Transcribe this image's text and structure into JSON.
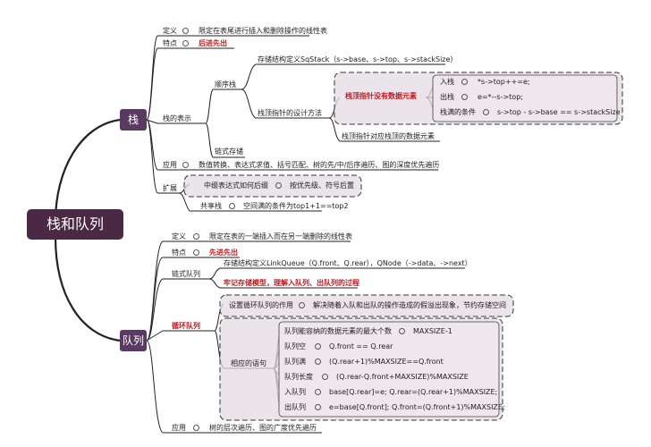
{
  "root": "栈和队列",
  "stack": {
    "label": "栈",
    "def_label": "定义",
    "def_text": "限定在表尾进行插入和删除操作的线性表",
    "feat_label": "特点",
    "feat_text": "后进先出",
    "repr_label": "栈的表示",
    "seq_label": "顺序栈",
    "seq_struct": "存储结构定义SqStack（s->base、s->top、s->stackSize）",
    "design_label": "栈顶指针的设计方法",
    "no_elem": "栈顶指针没有数据元素",
    "push_label": "入栈",
    "push_text": "*s->top++=e;",
    "pop_label": "出栈",
    "pop_text": "e=*--s->top;",
    "full_label": "栈满的条件",
    "full_text": "s->top - s->base == s->stackSize",
    "top_elem": "栈顶指针对应栈顶的数据元素",
    "linked_label": "链式存储",
    "app_label": "应用",
    "app_text": "数值转换、表达式求值、括号匹配、树的先/中/后序遍历、图的深度优先遍历",
    "ext_label": "扩展",
    "infix_label": "中缀表达式如何后缀",
    "infix_text": "按优先级、符号后置",
    "share_label": "共享栈",
    "share_text": "空间满的条件为top1+1==top2"
  },
  "queue": {
    "label": "队列",
    "def_label": "定义",
    "def_text": "限定在表的一端插入而在另一端删除的线性表",
    "feat_label": "特点",
    "feat_text": "先进先出",
    "linked_label": "链式队列",
    "linked_struct": "存储结构定义LinkQueue（Q.front、Q.rear），QNode（->data、->next）",
    "linked_note": "牢记存储模型，理解入队列、出队列的过程",
    "circ_label": "循环队列",
    "circ_purpose_label": "设置循环队列的作用",
    "circ_purpose_text": "解决随着入队和出队的操作造成的假溢出现象，节约存储空间",
    "stmt_label": "相应的语句",
    "max_label": "队列能容纳的数据元素的最大个数",
    "max_text": "MAXSIZE-1",
    "empty_label": "队列空",
    "empty_text": "Q.front == Q.rear",
    "full_label": "队列满",
    "full_text": "(Q.rear+1)%MAXSIZE==Q.front",
    "len_label": "队列长度",
    "len_text": "(Q.rear-Q.front+MAXSIZE)%MAXSIZE",
    "enq_label": "入队列",
    "enq_text": "base[Q.rear]=e; Q.rear=(Q.rear+1)%MAXSIZE;",
    "deq_label": "出队列",
    "deq_text": "e=base[Q.front]; Q.front=(Q.front+1)%MAXSIZE;",
    "app_label": "应用",
    "app_text": "树的层次遍历、图的广度优先遍历"
  }
}
